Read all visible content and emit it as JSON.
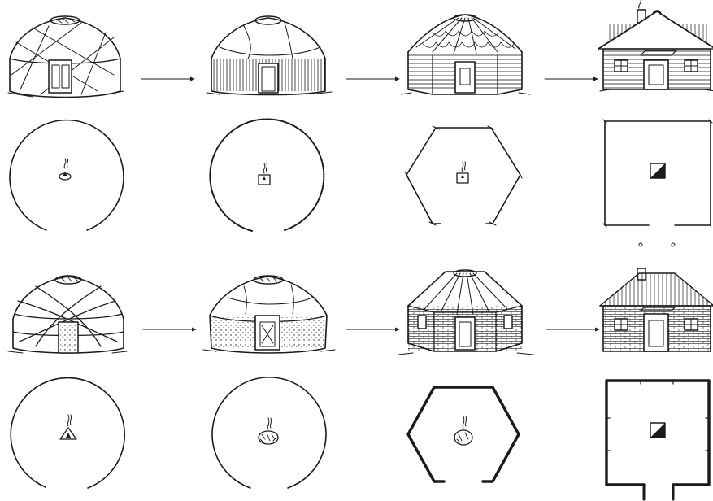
{
  "diagram": {
    "rows": [
      {
        "kind": "elevation",
        "stages": [
          {
            "building": "felt-yurt-with-lattice-ropes"
          },
          {
            "building": "yurt-with-vertical-board-walls"
          },
          {
            "building": "octagonal-log-yurt"
          },
          {
            "building": "log-cabin-with-gable-roof"
          }
        ]
      },
      {
        "kind": "plan",
        "stages": [
          {
            "plan": "circle-with-door-gap",
            "hearth": "open-fire"
          },
          {
            "plan": "circle-with-door-gap",
            "hearth": "fire-on-block"
          },
          {
            "plan": "hexagon-with-door-gap",
            "hearth": "fire-on-block"
          },
          {
            "plan": "square-with-door-gap",
            "hearth": "stove"
          }
        ]
      },
      {
        "kind": "elevation",
        "stages": [
          {
            "building": "felt-yurt-with-crossed-bands"
          },
          {
            "building": "yurt-with-earthen-walls"
          },
          {
            "building": "octagonal-masonry-yurt"
          },
          {
            "building": "masonry-house-with-hip-roof"
          }
        ]
      },
      {
        "kind": "plan",
        "stages": [
          {
            "plan": "circle-with-door-gap",
            "hearth": "open-fire"
          },
          {
            "plan": "circle-with-door-gap",
            "hearth": "stone-ring-fire"
          },
          {
            "plan": "hexagon-thick-walls",
            "hearth": "stone-ring-fire"
          },
          {
            "plan": "square-thick-walls-with-porch",
            "hearth": "stove"
          }
        ]
      }
    ],
    "arrow_icon": "right-arrow-icon",
    "colors": {
      "ink": "#1a1a1a",
      "paper": "#ffffff"
    }
  }
}
